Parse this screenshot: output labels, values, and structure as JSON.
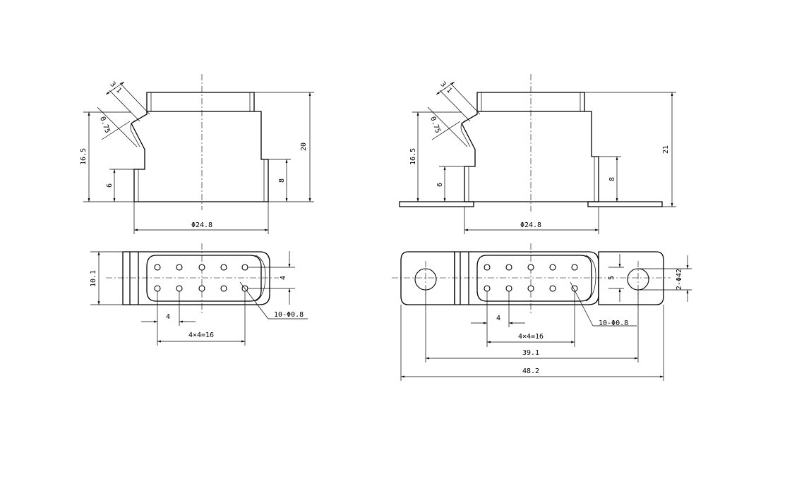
{
  "drawings": {
    "left": {
      "front_view": {
        "dim_angle_width": "3.1",
        "dim_thickness": "0.75",
        "dim_left_height": "16.5",
        "dim_left_step": "6",
        "dim_total_height": "20",
        "dim_right_step": "8",
        "dim_diameter": "Φ24.8"
      },
      "top_view": {
        "dim_width": "10.1",
        "dim_row_spacing": "4",
        "dim_pitch": "4",
        "dim_pin_span": "4×4=16",
        "callout_pins": "10-Φ0.8"
      }
    },
    "right": {
      "front_view": {
        "dim_angle_width": "3.1",
        "dim_thickness": "0.75",
        "dim_left_height": "16.5",
        "dim_left_step": "6",
        "dim_total_height": "21",
        "dim_right_step": "8",
        "dim_diameter": "Φ24.8"
      },
      "top_view": {
        "dim_row_spacing": "5",
        "dim_mount_holes": "2-Φ42",
        "dim_pitch": "4",
        "dim_pin_span": "4×4=16",
        "callout_pins": "10-Φ0.8",
        "dim_hole_spacing": "39.1",
        "dim_overall": "48.2"
      }
    }
  }
}
